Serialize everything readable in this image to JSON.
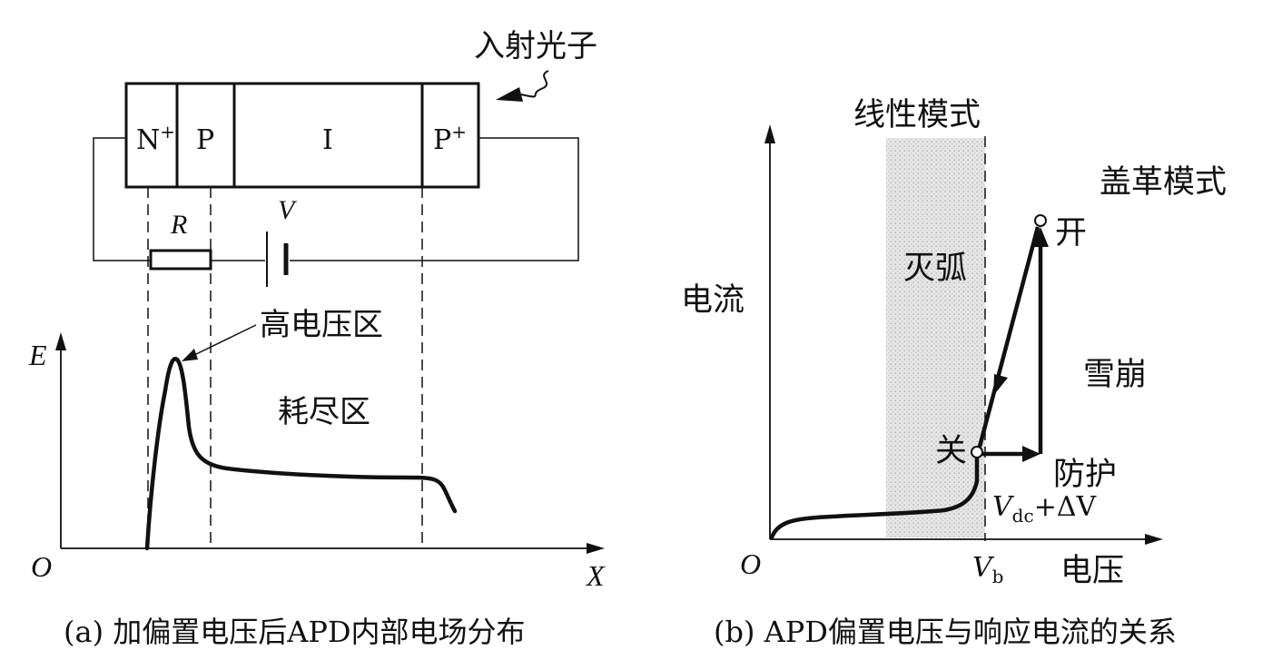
{
  "panel_a": {
    "photon_label": "入射光子",
    "segments": {
      "n": "N",
      "n_sup": "+",
      "p": "P",
      "i": "I",
      "pplus": "P",
      "pplus_sup": "+"
    },
    "resistor_label": "R",
    "voltage_label": "V",
    "e_axis_label": "E",
    "origin_label": "O",
    "x_axis_label": "X",
    "high_field_label": "高电压区",
    "depletion_label": "耗尽区",
    "caption": "(a) 加偏置电压后APD内部电场分布"
  },
  "panel_b": {
    "linear_mode_label": "线性模式",
    "geiger_mode_label": "盖革模式",
    "quench_label": "灭弧",
    "on_label": "开",
    "off_label": "关",
    "avalanche_label": "雪崩",
    "protect_label": "防护",
    "bias_label_main": "V",
    "bias_label_sub": "dc",
    "bias_label_rest": "+ΔV",
    "y_axis_label": "电流",
    "x_axis_label": "电压",
    "origin_label": "O",
    "vb_main": "V",
    "vb_sub": "b",
    "caption": "(b) APD偏置电压与响应电流的关系"
  }
}
